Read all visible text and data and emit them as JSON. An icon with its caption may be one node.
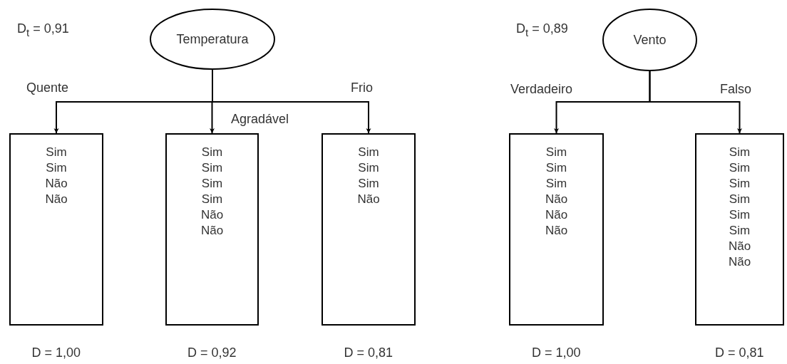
{
  "diagram": {
    "nodes": [
      {
        "text": [
          "Temperatura"
        ]
      },
      {
        "text": [
          "Sim",
          "Sim",
          "Não",
          "Não"
        ],
        "beside": [
          "D = 1,00"
        ]
      },
      {
        "text": [
          "Sim",
          "Sim",
          "Sim",
          "Sim",
          "Não",
          "Não"
        ],
        "beside": [
          "D = 0,92"
        ]
      },
      {
        "text": [
          "Sim",
          "Sim",
          "Sim",
          "Não"
        ],
        "beside": [
          "D = 0,81"
        ]
      },
      {
        "text": [
          "Vento"
        ]
      },
      {
        "text": [
          "Sim",
          "Sim",
          "Sim",
          "Não",
          "Não",
          "Não"
        ],
        "beside": [
          "D = 1,00"
        ]
      },
      {
        "text": [
          "Sim",
          "Sim",
          "Sim",
          "Sim",
          "Sim",
          "Sim",
          "Não",
          "Não"
        ],
        "beside": [
          "D = 0,81"
        ]
      }
    ],
    "edges": [
      {
        "from": 0,
        "to": 1,
        "arrow": "to",
        "label": "Quente"
      },
      {
        "from": 0,
        "to": 2,
        "arrow": "to",
        "label": "Agradável"
      },
      {
        "from": 0,
        "to": 3,
        "arrow": "to",
        "label": "Frio"
      },
      {
        "from": 4,
        "to": 5,
        "arrow": "to",
        "label": "Verdadeiro"
      },
      {
        "from": 4,
        "to": 6,
        "arrow": "to",
        "label": "Falso"
      }
    ],
    "labels": [
      "D$_{t}$ = 0,91",
      "D$_{t}$ = 0,89"
    ]
  }
}
